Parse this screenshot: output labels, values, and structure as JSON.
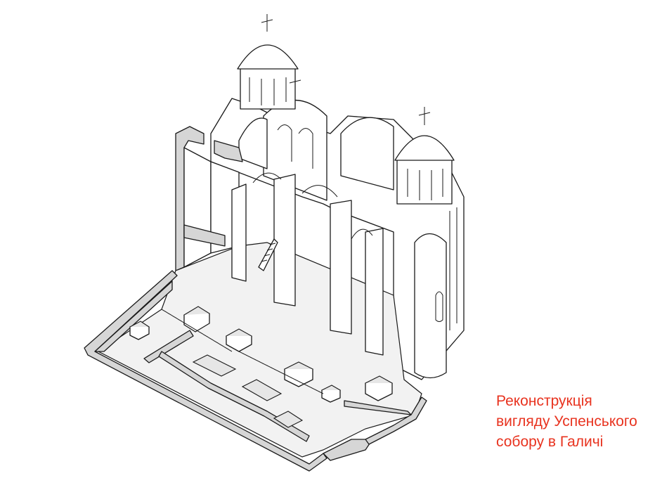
{
  "caption": {
    "line1": "Реконструкція",
    "line2": "вигляду Успенського",
    "line3": "собору в Галичі"
  },
  "colors": {
    "caption": "#e8331f",
    "line": "#1a1a1a",
    "cut_section": "#d6d6d6",
    "floor": "#f2f2f2"
  }
}
